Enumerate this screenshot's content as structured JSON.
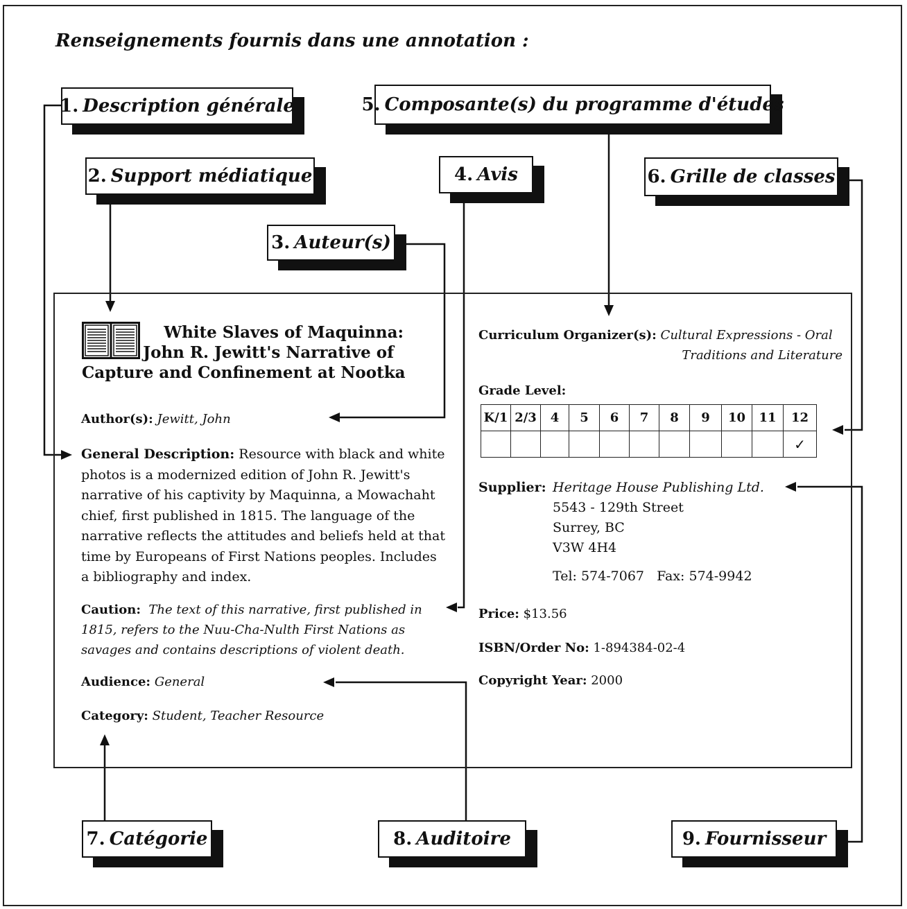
{
  "heading": "Renseignements fournis dans une annotation :",
  "callouts": [
    {
      "num": "1.",
      "label": "Description générale"
    },
    {
      "num": "2.",
      "label": "Support médiatique"
    },
    {
      "num": "3.",
      "label": "Auteur(s)"
    },
    {
      "num": "4.",
      "label": "Avis"
    },
    {
      "num": "5.",
      "label": "Composante(s) du programme d'études"
    },
    {
      "num": "6.",
      "label": "Grille de classes"
    },
    {
      "num": "7.",
      "label": "Catégorie"
    },
    {
      "num": "8.",
      "label": "Auditoire"
    },
    {
      "num": "9.",
      "label": "Fournisseur"
    }
  ],
  "icons": {
    "media": "book-icon"
  },
  "record": {
    "title_lines": [
      "White Slaves of Maquinna:",
      "John R. Jewitt's Narrative of",
      "Capture and Confinement at Nootka"
    ],
    "author_label": "Author(s):",
    "author_value": "Jewitt, John",
    "description_label": "General Description:",
    "description_value": "Resource with black and white photos is a modernized edition of John R. Jewitt's narrative of his captivity by Maquinna, a Mowachaht chief, first published in 1815.  The language of the narrative reflects the attitudes and beliefs held at that time by Europeans of First Nations peoples.  Includes a bibliography and index.",
    "caution_label": "Caution:",
    "caution_value": "The text of this narrative, first published in 1815, refers to the Nuu-Cha-Nulth First Nations as savages and contains descriptions of violent death.",
    "audience_label": "Audience:",
    "audience_value": "General",
    "category_label": "Category:",
    "category_value": "Student, Teacher Resource",
    "curriculum_label": "Curriculum Organizer(s):",
    "curriculum_value_line1": "Cultural Expressions - Oral",
    "curriculum_value_line2": "Traditions and Literature",
    "grade_label": "Grade Level:",
    "grades": [
      "K/1",
      "2/3",
      "4",
      "5",
      "6",
      "7",
      "8",
      "9",
      "10",
      "11",
      "12"
    ],
    "grade_checks": [
      "",
      "",
      "",
      "",
      "",
      "",
      "",
      "",
      "",
      "",
      "✓"
    ],
    "supplier_label": "Supplier:",
    "supplier_name": "Heritage House Publishing Ltd.",
    "supplier_address": [
      "5543 - 129th Street",
      "Surrey, BC",
      "V3W 4H4"
    ],
    "supplier_phone": "Tel: 574-7067   Fax: 574-9942",
    "price_label": "Price:",
    "price_value": "$13.56",
    "isbn_label": "ISBN/Order No:",
    "isbn_value": "1-894384-02-4",
    "copyright_label": "Copyright Year:",
    "copyright_value": "2000"
  }
}
